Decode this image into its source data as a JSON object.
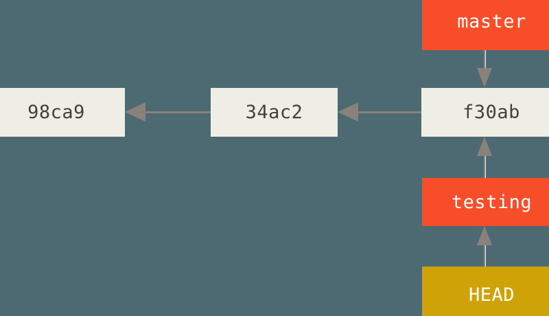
{
  "diagram": {
    "title": "git-branch-head",
    "background_color": "#4d6a72",
    "commit_box_color": "#efeee5",
    "commit_text_color": "#46403b",
    "branch_box_color": "#f74d28",
    "head_box_color": "#cfa208",
    "arrow_color": "#8a8279",
    "commits": [
      {
        "id": "98ca9",
        "label": "98ca9"
      },
      {
        "id": "34ac2",
        "label": "34ac2"
      },
      {
        "id": "f30ab",
        "label": "f30ab"
      }
    ],
    "branches": [
      {
        "id": "master",
        "label": "master"
      },
      {
        "id": "testing",
        "label": "testing"
      }
    ],
    "pointer": {
      "id": "head",
      "label": "HEAD"
    },
    "edges": [
      {
        "from": "34ac2",
        "to": "98ca9",
        "direction": "left"
      },
      {
        "from": "f30ab",
        "to": "34ac2",
        "direction": "left"
      },
      {
        "from": "master",
        "to": "f30ab",
        "direction": "down"
      },
      {
        "from": "testing",
        "to": "f30ab",
        "direction": "up"
      },
      {
        "from": "head",
        "to": "testing",
        "direction": "up"
      }
    ]
  }
}
